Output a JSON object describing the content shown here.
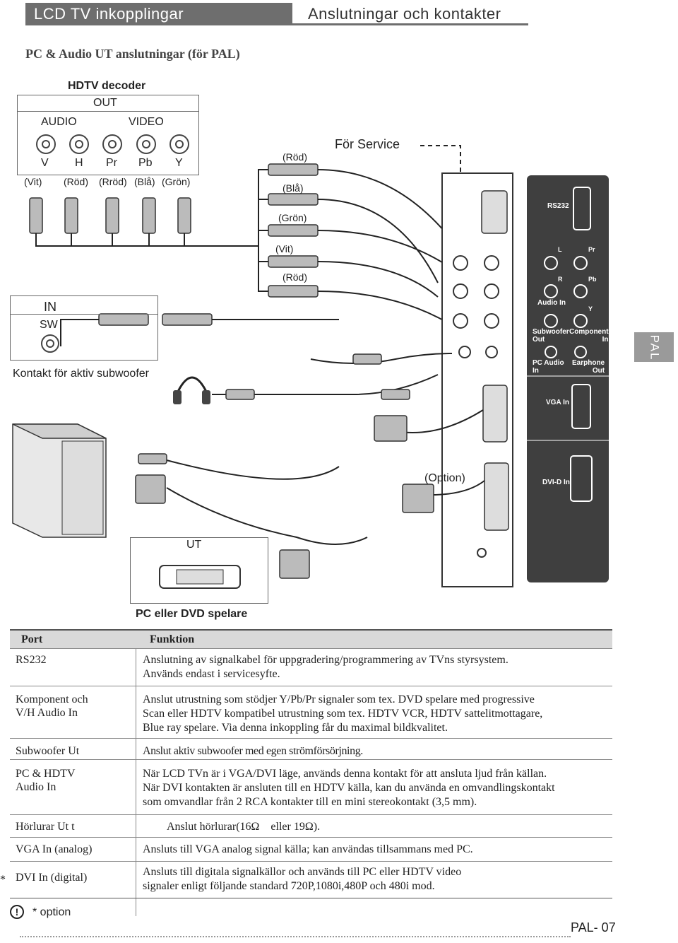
{
  "header": {
    "title_left": "LCD TV inkopplingar",
    "title_right": "Anslutningar och kontakter"
  },
  "subtitle": "PC  & Audio UT anslutningar (för PAL)",
  "diagram": {
    "decoder_title": "HDTV decoder",
    "decoder_out": "OUT",
    "audio_label": "AUDIO",
    "video_label": "VIDEO",
    "jacks": [
      "V",
      "H",
      "Pr",
      "Pb",
      "Y"
    ],
    "jack_colors": [
      "(Vit)",
      "(Röd)",
      "(Rröd)",
      "(Blå)",
      "(Grön)"
    ],
    "service_label": "För Service",
    "cable_colors_top": [
      "(Röd)",
      "(Blå)",
      "(Grön)"
    ],
    "cable_colors_bottom": [
      "(Vit)",
      "(Röd)"
    ],
    "in_label": "IN",
    "sw_label": "SW",
    "subwoofer_caption": "Kontakt för aktiv subwoofer",
    "option_label": "(Option)",
    "ut_label": "UT",
    "pc_dvd_label": "PC  eller  DVD  spelare",
    "panel": {
      "rs232": "RS232",
      "l": "L",
      "pr": "Pr",
      "r": "R",
      "pb": "Pb",
      "audio_in": "Audio In",
      "y": "Y",
      "subwoofer_out": "Subwoofer\nOut",
      "component_in": "Component\nIn",
      "pc_audio_in": "PC Audio\nIn",
      "earphone_out": "Earphone\nOut",
      "vga_in": "VGA In",
      "dvid_in": "DVI-D In"
    },
    "pal_tab": "PAL"
  },
  "table": {
    "col_port": "Port",
    "col_function": "Funktion",
    "rows": [
      {
        "port": "RS232",
        "function": "Anslutning av signalkabel för uppgradering/programmering av TVns styrsystem.\nAnvänds endast i servicesyfte."
      },
      {
        "port": "Komponent och\nV/H Audio In",
        "function": "Anslut utrustning som stödjer Y/Pb/Pr signaler som tex. DVD spelare med progressive\nScan eller HDTV kompatibel utrustning som tex. HDTV VCR, HDTV sattelitmottagare,\nBlue ray spelare. Via denna inkoppling får du maximal bildkvalitet."
      },
      {
        "port": "Subwoofer Ut",
        "function": "Anslut aktiv subwoofer med egen strömförsörjning."
      },
      {
        "port": "PC & HDTV\nAudio In",
        "function": "När LCD TVn är i VGA/DVI läge, används denna kontakt för att ansluta ljud från källan.\nNär DVI kontakten är ansluten till en HDTV källa, kan du använda en omvandlingskontakt\nsom omvandlar från 2 RCA kontakter till en mini stereokontakt (3,5 mm)."
      },
      {
        "port": "Hörlurar Ut t",
        "function": "Anslut hörlurar(16Ω    eller 19Ω)."
      },
      {
        "port": "VGA In (analog)",
        "function": "Ansluts till VGA analog signal källa; kan användas tillsammans med PC."
      },
      {
        "port": "DVI In (digital)",
        "function": "Ansluts till digitala signalkällor och används till PC eller HDTV video\nsignaler enligt följande standard 720P,1080i,480P och 480i mod."
      }
    ],
    "asterisk": "*"
  },
  "footer": {
    "option_note": "* option",
    "page": "PAL- 07"
  }
}
